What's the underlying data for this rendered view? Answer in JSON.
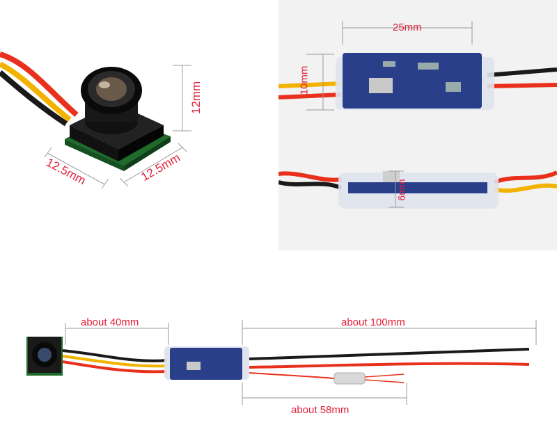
{
  "colors": {
    "dimension_text": "#e2213b",
    "dimension_line": "#9a9a9a",
    "wire_red": "#e8301c",
    "wire_yellow": "#f2b300",
    "wire_black": "#1a1a1a",
    "pcb_green": "#1e6b2a",
    "pcb_blue": "#2a3f8a",
    "right_panel_bg": "#f2f2f2"
  },
  "camera": {
    "height_label": "12mm",
    "width_left_label": "12.5mm",
    "width_right_label": "12.5mm"
  },
  "board": {
    "length_label": "25mm",
    "width_label": "10mm",
    "thickness_label": "6mm"
  },
  "assembly": {
    "cable_camera_label": "about 40mm",
    "cable_output_label": "about 100mm",
    "antenna_label": "about 58mm"
  }
}
